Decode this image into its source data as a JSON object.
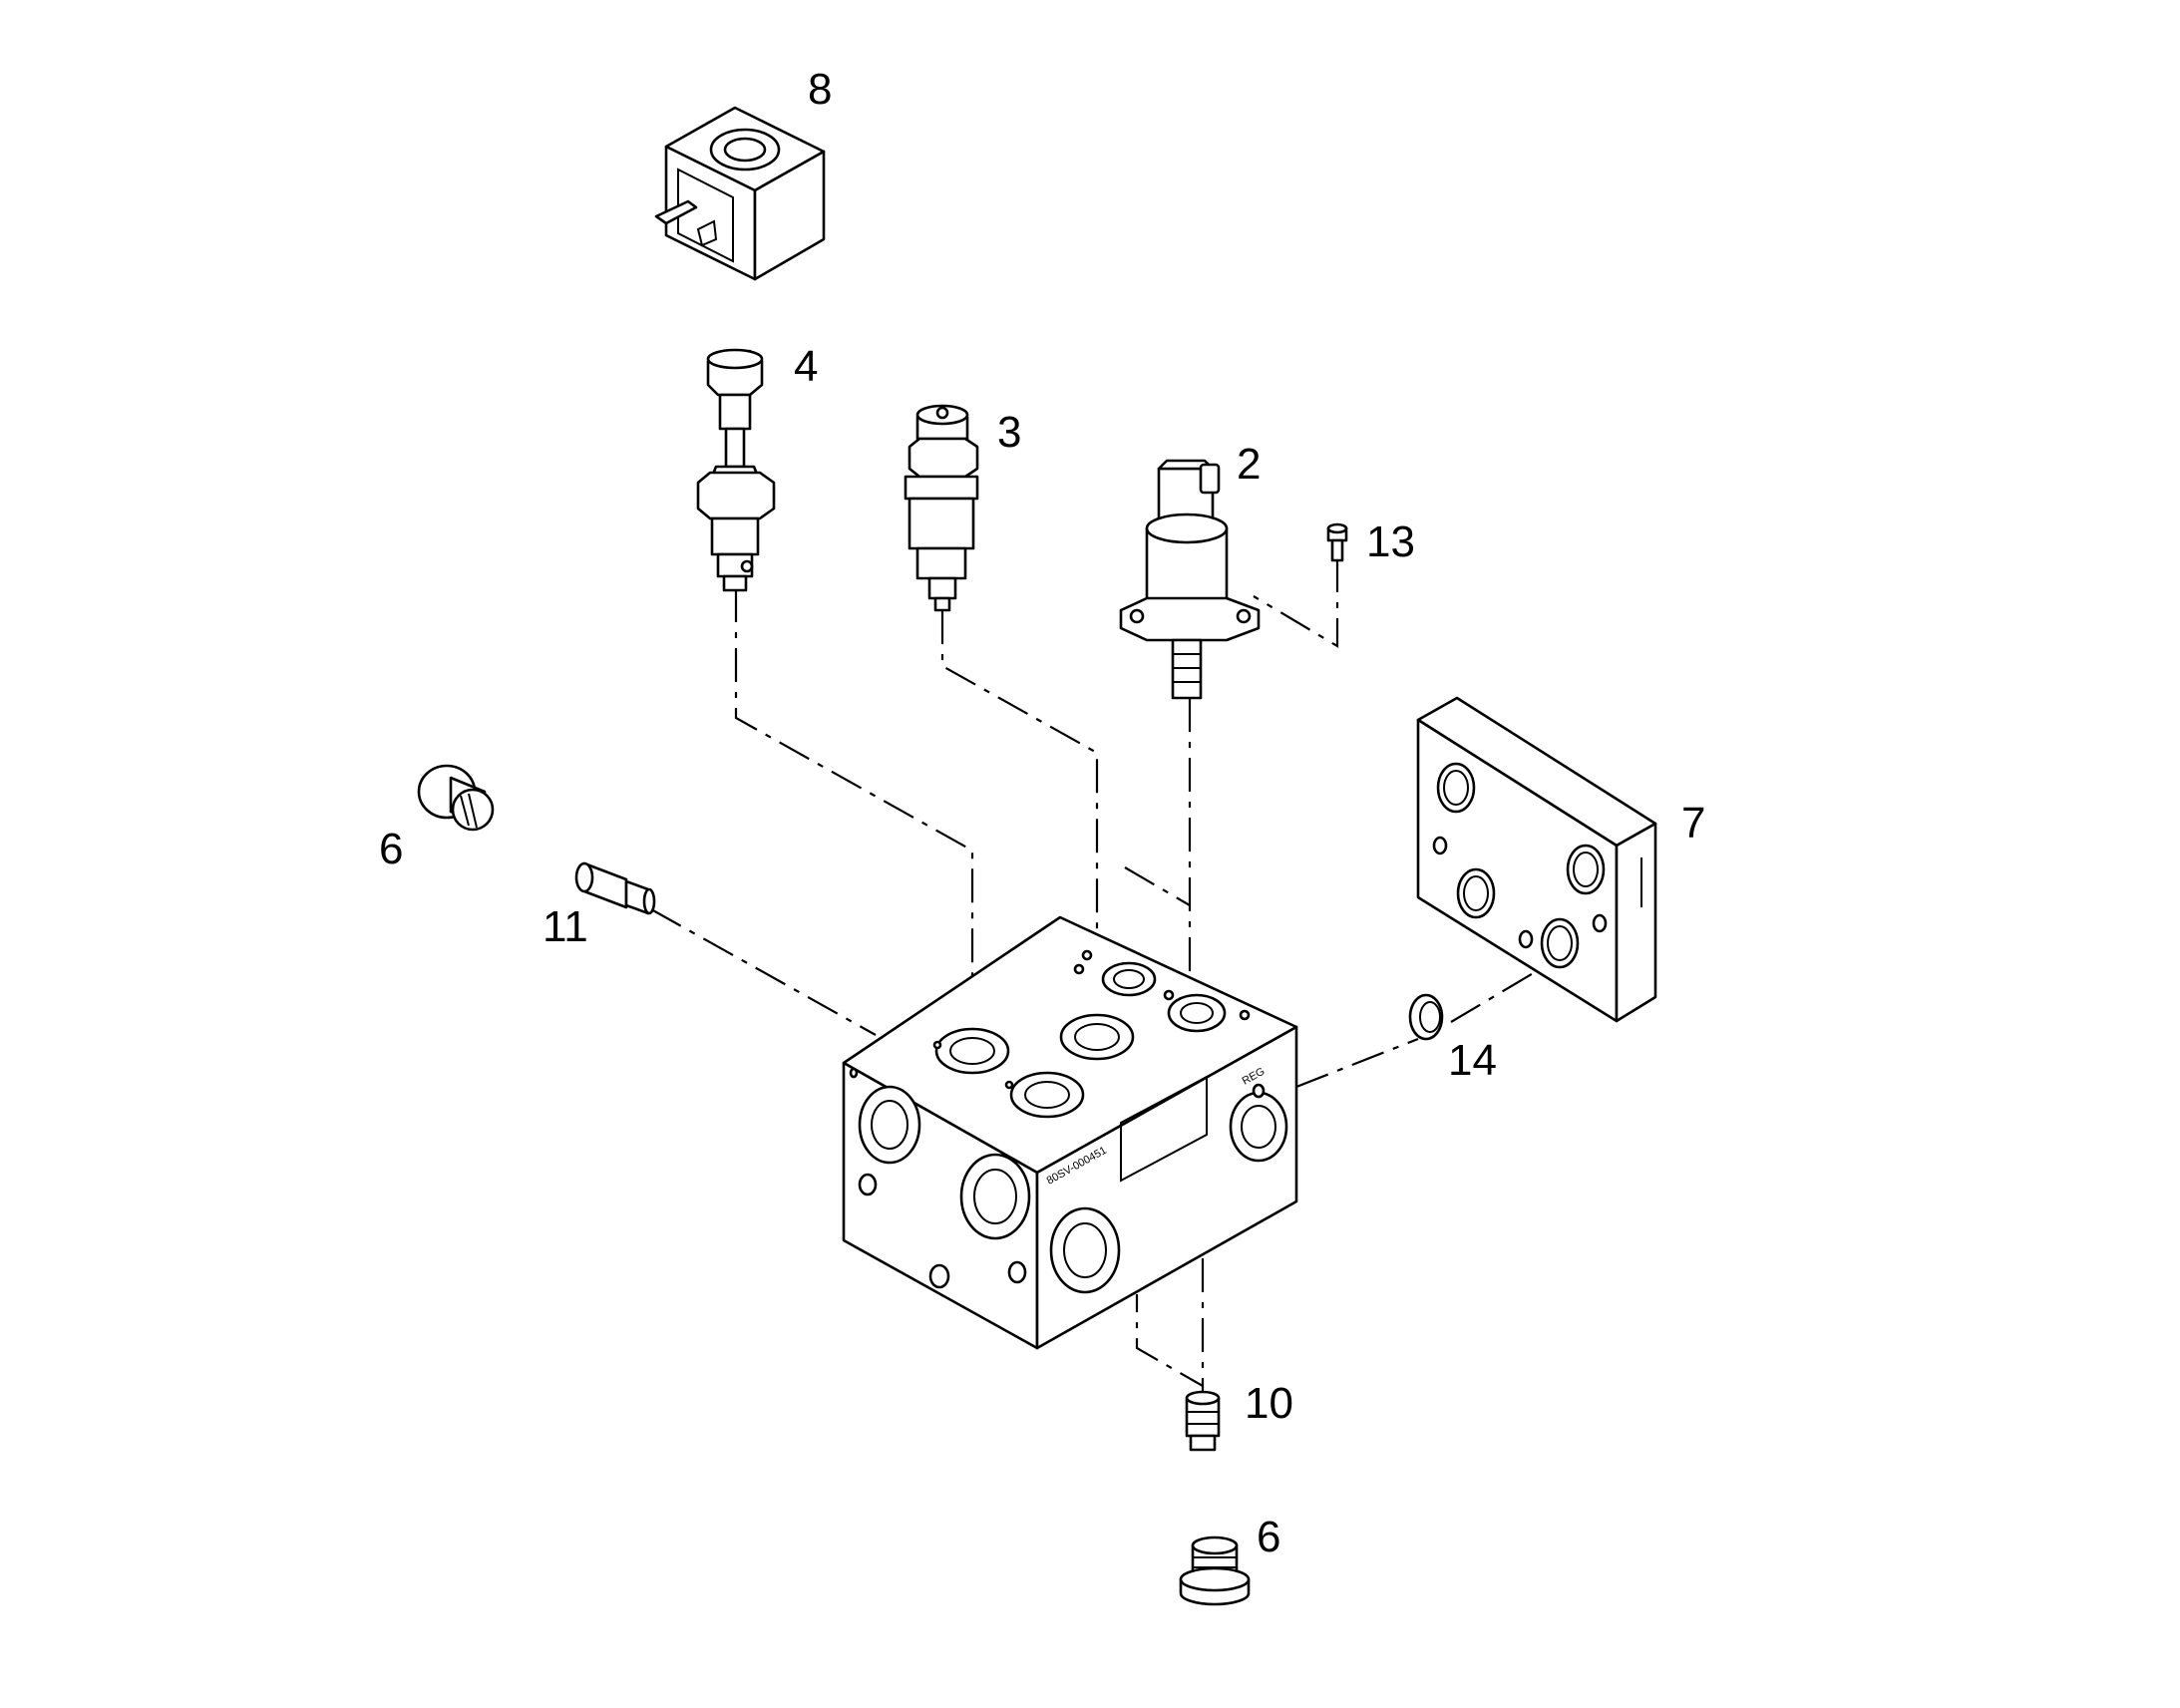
{
  "callouts": {
    "c2": "2",
    "c3": "3",
    "c4": "4",
    "c6a": "6",
    "c6b": "6",
    "c7": "7",
    "c8": "8",
    "c10": "10",
    "c11": "11",
    "c13": "13",
    "c14": "14"
  },
  "block_markings": {
    "side_code": "80SV-000451",
    "port_label": "REG"
  }
}
